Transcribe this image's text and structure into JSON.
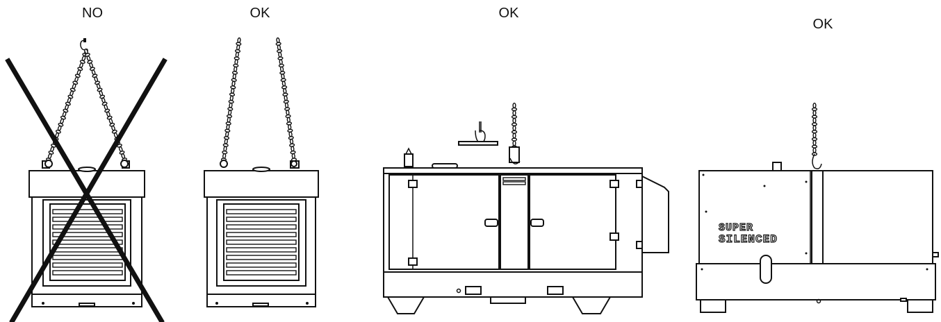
{
  "labels": {
    "fig1": "NO",
    "fig2": "OK",
    "fig3": "OK",
    "fig4": "OK"
  },
  "fig4_logo": {
    "line1": "SUPER",
    "line2": "SILENCED"
  },
  "colors": {
    "ink": "#111111",
    "background": "#ffffff"
  }
}
